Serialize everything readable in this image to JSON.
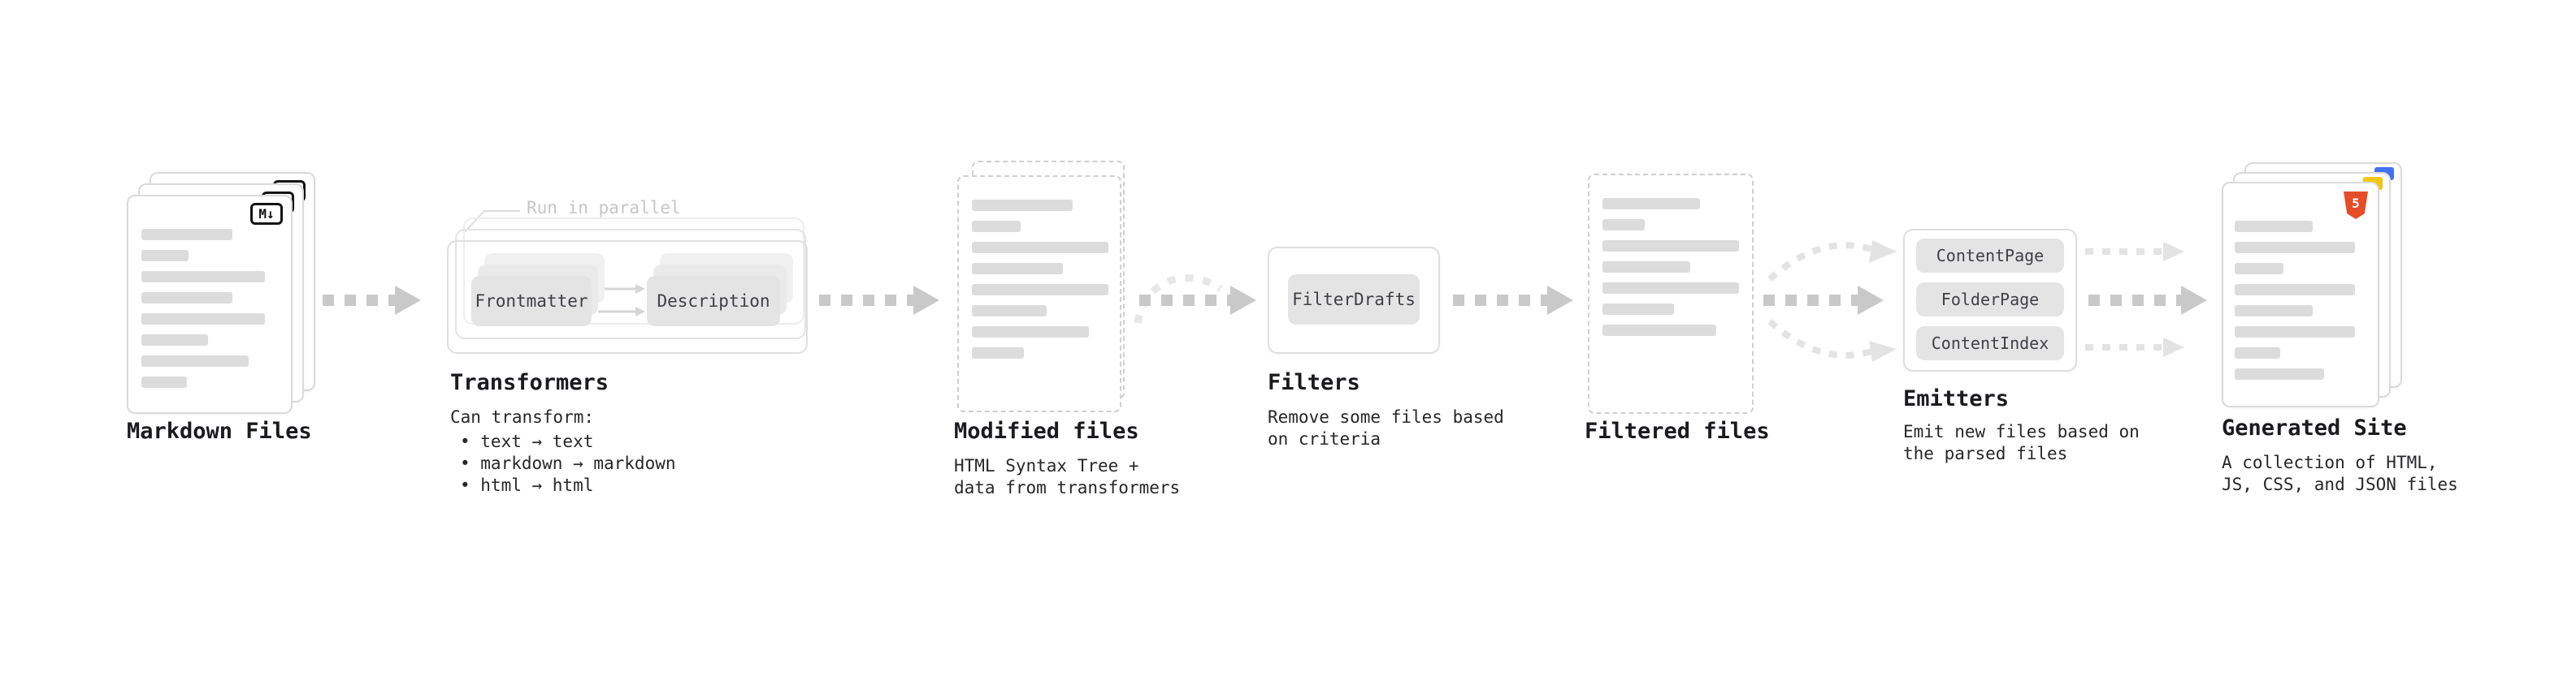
{
  "colors": {
    "arrow_gray": "#c9c9c9",
    "light_arrow_gray": "#e3e3e3",
    "bar_gray": "#dcdcdc",
    "html5_orange": "#e44d26",
    "js_yellow": "#f2c811",
    "css_blue": "#4273f0"
  },
  "stages": {
    "markdown_files": {
      "title": "Markdown Files",
      "badge": "M↓"
    },
    "transformers": {
      "title": "Transformers",
      "annotation": "Run in parallel",
      "boxes": [
        "Frontmatter",
        "Description"
      ],
      "caption_heading": "Can transform:",
      "caption_items": [
        "• text → text",
        "• markdown → markdown",
        "• html → html"
      ]
    },
    "modified_files": {
      "title": "Modified files",
      "caption_lines": [
        "HTML Syntax Tree +",
        "data from transformers"
      ]
    },
    "filters": {
      "title": "Filters",
      "box": "FilterDrafts",
      "caption_lines": [
        "Remove some files based",
        "on criteria"
      ]
    },
    "filtered_files": {
      "title": "Filtered files"
    },
    "emitters": {
      "title": "Emitters",
      "boxes": [
        "ContentPage",
        "FolderPage",
        "ContentIndex"
      ],
      "caption_lines": [
        "Emit new files based on",
        "the parsed files"
      ]
    },
    "generated_site": {
      "title": "Generated Site",
      "badge": "5",
      "caption_lines": [
        "A collection of HTML,",
        "JS, CSS, and JSON files"
      ]
    }
  }
}
